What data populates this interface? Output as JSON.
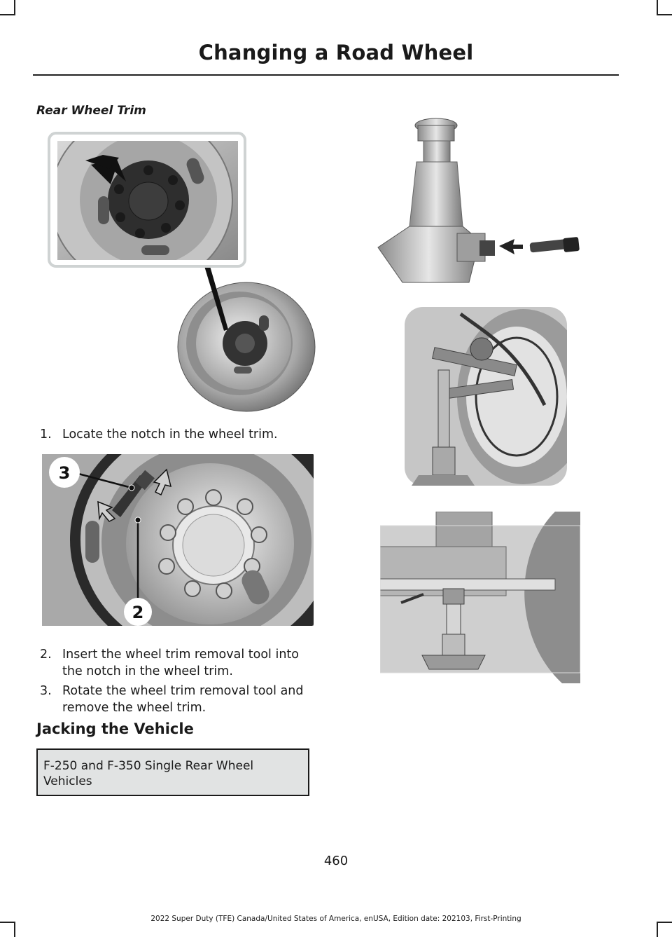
{
  "page": {
    "title": "Changing a Road Wheel",
    "subheading": "Rear Wheel Trim",
    "steps": [
      {
        "num": "1.",
        "text": "Locate the notch in the wheel trim."
      },
      {
        "num": "2.",
        "text": "Insert the wheel trim removal tool into the notch in the wheel trim."
      },
      {
        "num": "3.",
        "text": "Rotate the wheel trim removal tool and remove the wheel trim."
      }
    ],
    "section_heading": "Jacking the Vehicle",
    "note": "F-250 and F-350 Single Rear Wheel Vehicles",
    "callouts": {
      "three": "3",
      "two": "2"
    },
    "page_number": "460",
    "footer": "2022 Super Duty (TFE) Canada/United States of America, enUSA, Edition date: 202103, First-Printing"
  },
  "colors": {
    "text": "#1a1a1a",
    "note_bg": "#e1e3e3",
    "illustration_gray": "#9a9a9a"
  }
}
